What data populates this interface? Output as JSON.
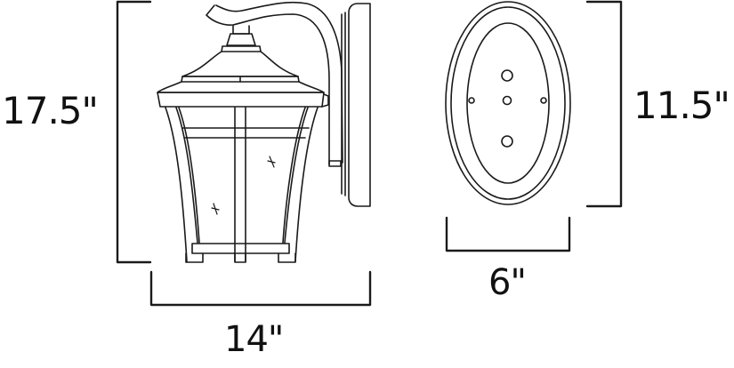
{
  "diagram": {
    "type": "dimension-drawing",
    "subject": "outdoor wall lantern with oval backplate",
    "colors": {
      "line": "#1a1a1a",
      "background": "#ffffff"
    },
    "dimensions": {
      "fixture_height": "17.5\"",
      "fixture_width": "14\"",
      "backplate_height": "11.5\"",
      "backplate_width": "6\""
    },
    "views": [
      {
        "name": "side-view",
        "label": "Lantern side elevation"
      },
      {
        "name": "backplate-view",
        "label": "Oval backplate front view"
      }
    ]
  }
}
